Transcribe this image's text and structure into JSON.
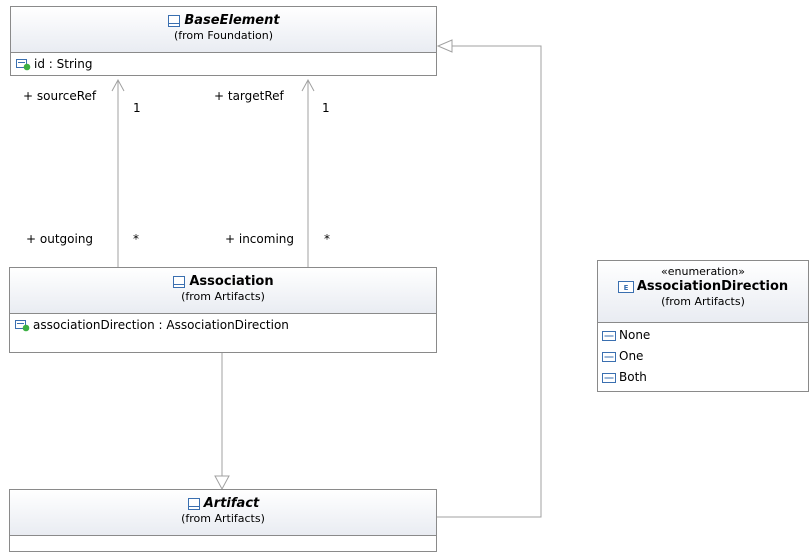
{
  "classes": {
    "base_element": {
      "name": "BaseElement",
      "from": "(from Foundation)",
      "attributes": [
        "id : String"
      ]
    },
    "association": {
      "name": "Association",
      "from": "(from Artifacts)",
      "attributes": [
        "associationDirection : AssociationDirection"
      ]
    },
    "artifact": {
      "name": "Artifact",
      "from": "(from Artifacts)",
      "attributes": []
    },
    "association_direction": {
      "stereotype": "«enumeration»",
      "name": "AssociationDirection",
      "from": "(from Artifacts)",
      "literals": [
        "None",
        "One",
        "Both"
      ]
    }
  },
  "edges": {
    "source": {
      "role_target": "+ sourceRef",
      "mult_target": "1",
      "role_source": "+ outgoing",
      "mult_source": "*"
    },
    "target": {
      "role_target": "+ targetRef",
      "mult_target": "1",
      "role_source": "+ incoming",
      "mult_source": "*"
    }
  },
  "colors": {
    "border": "#8a8a8a",
    "line": "#a0a0a0",
    "header_gradient_end": "#e9ecf2",
    "class_icon": "#3a6fb0",
    "attribute_dot": "#3cb043"
  }
}
